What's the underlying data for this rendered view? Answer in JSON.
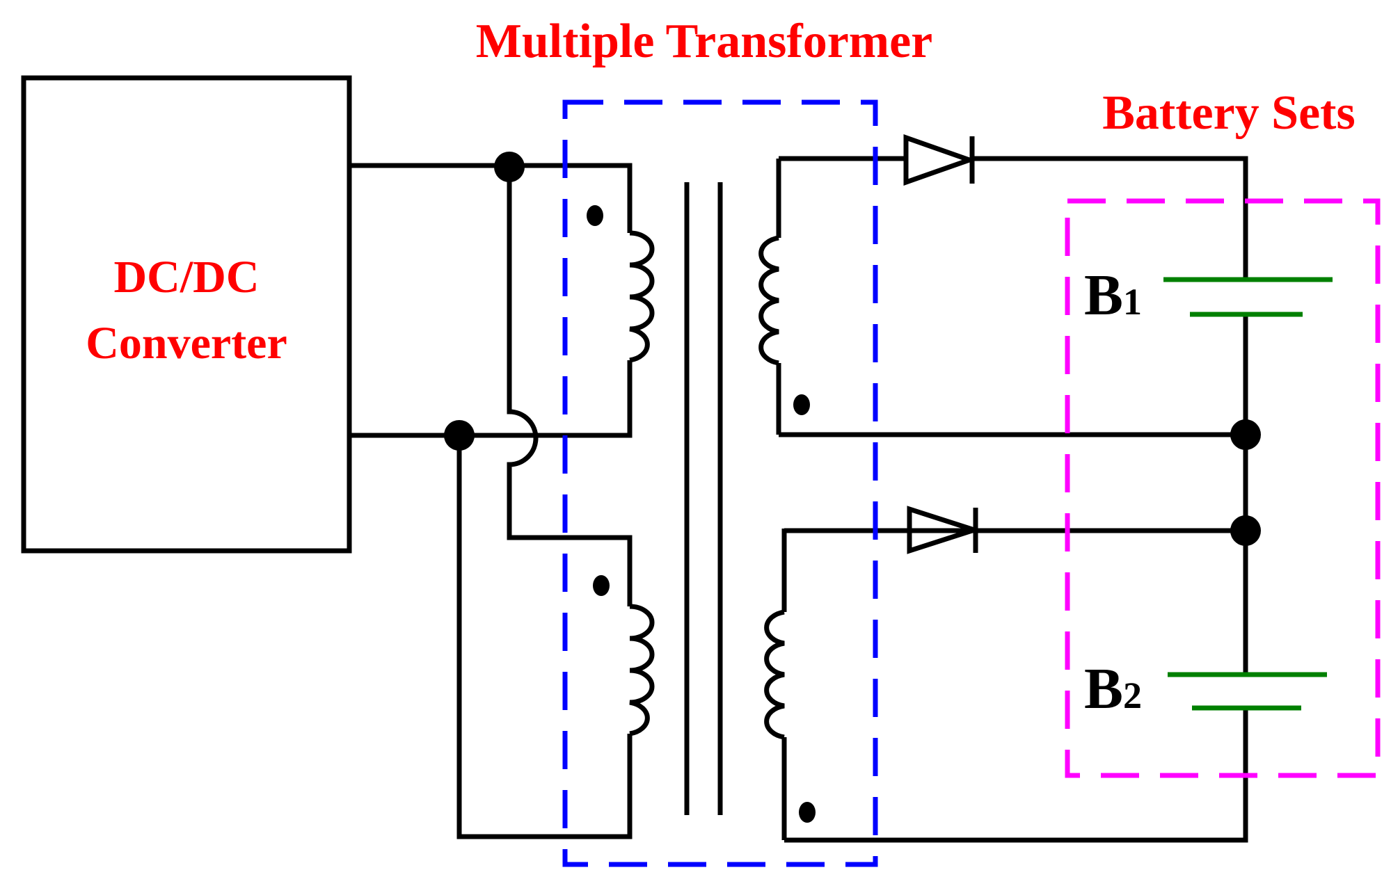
{
  "labels": {
    "converter_line1": "DC/DC",
    "converter_line2": "Converter",
    "transformer_title": "Multiple Transformer",
    "battery_title": "Battery Sets",
    "battery1_letter": "B",
    "battery1_sub": "1",
    "battery2_letter": "B",
    "battery2_sub": "2"
  },
  "colors": {
    "wire": "#000000",
    "label_red": "#ff0000",
    "transformer_box": "#0000ff",
    "battery_box": "#ff00ff",
    "battery_plates": "#008000"
  }
}
